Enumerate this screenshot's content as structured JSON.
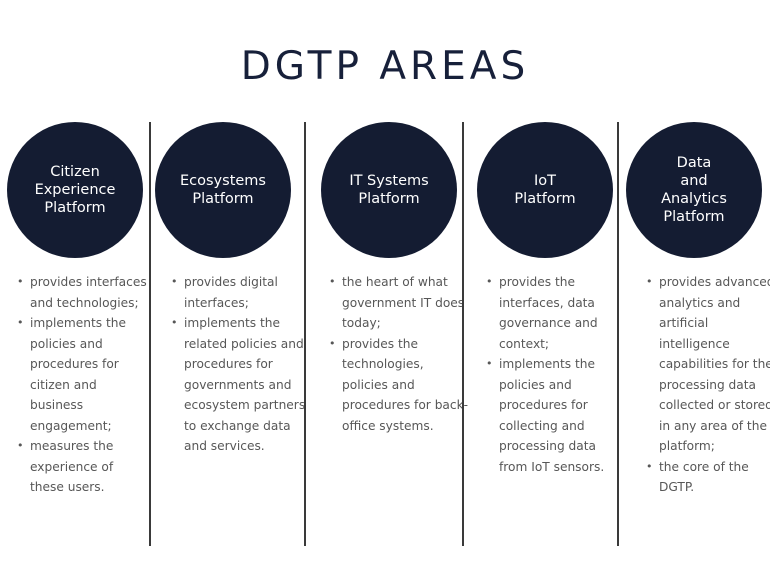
{
  "page": {
    "title": "DGTP AREAS",
    "background_color": "#ffffff",
    "accent_color": "#141c32",
    "title_color": "#17203a",
    "body_text_color": "#575757",
    "divider_color": "#3a3a3a"
  },
  "columns": [
    {
      "circle_label": "Citizen\nExperience\nPlatform",
      "bullets": [
        "provides interfaces and technologies;",
        "implements the policies and procedures for citizen and business engagement;",
        "measures the experience of these users."
      ]
    },
    {
      "circle_label": "Ecosystems\nPlatform",
      "bullets": [
        "provides digital interfaces;",
        "implements the related policies and procedures for governments and ecosystem partners to exchange data and services."
      ]
    },
    {
      "circle_label": "IT Systems\nPlatform",
      "bullets": [
        " the heart of what government IT does today;",
        " provides the technologies, policies and procedures for back-office systems."
      ]
    },
    {
      "circle_label": "IoT\nPlatform",
      "bullets": [
        "provides the interfaces, data governance and context;",
        "implements the policies and procedures for collecting and processing data from IoT sensors."
      ]
    },
    {
      "circle_label": "Data\nand\nAnalytics\nPlatform",
      "bullets": [
        "provides advanced analytics and artificial intelligence capabilities for the processing data collected or stored in any area of the platform;",
        "the core of the DGTP."
      ]
    }
  ]
}
